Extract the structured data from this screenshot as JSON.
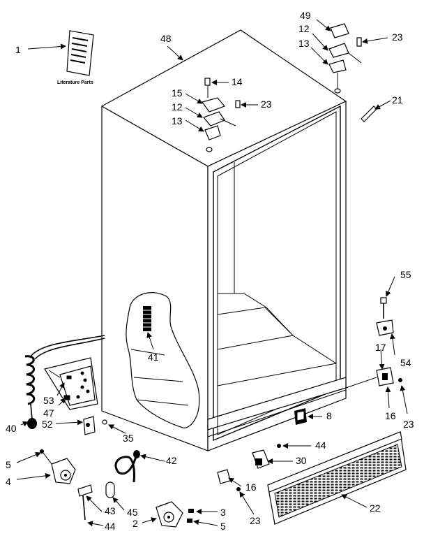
{
  "booklet": {
    "caption": "Literature Parts"
  },
  "callouts": {
    "c1": "1",
    "c48": "48",
    "c49": "49",
    "c12a": "12",
    "c13a": "13",
    "c23a": "23",
    "c14": "14",
    "c15": "15",
    "c12b": "12",
    "c23b": "23",
    "c13b": "13",
    "c21": "21",
    "c55": "55",
    "c41": "41",
    "c17": "17",
    "c54": "54",
    "c53": "53",
    "c47": "47",
    "c8": "8",
    "c16a": "16",
    "c23c": "23",
    "c52": "52",
    "c35": "35",
    "c40": "40",
    "c44a": "44",
    "c5a": "5",
    "c42": "42",
    "c30": "30",
    "c4": "4",
    "c16b": "16",
    "c22": "22",
    "c43": "43",
    "c45": "45",
    "c3": "3",
    "c2": "2",
    "c5b": "5",
    "c23d": "23",
    "c44b": "44"
  }
}
